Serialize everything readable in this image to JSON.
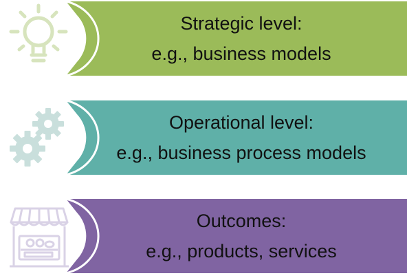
{
  "levels": [
    {
      "title": "Strategic level:",
      "subtitle": "e.g., business models",
      "color": "#9bbb59",
      "icon": "lightbulb-icon"
    },
    {
      "title": "Operational level:",
      "subtitle": "e.g., business process models",
      "color": "#5fb0a8",
      "icon": "gears-icon"
    },
    {
      "title": "Outcomes:",
      "subtitle": "e.g., products, services",
      "color": "#8064a2",
      "icon": "storefront-icon"
    }
  ]
}
